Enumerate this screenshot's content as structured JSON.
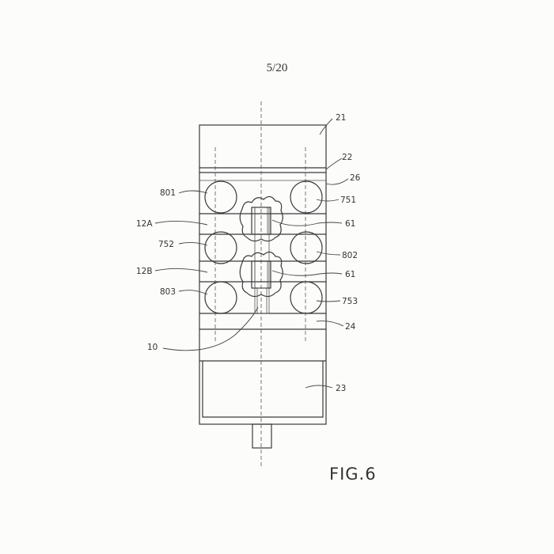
{
  "sheet": {
    "page_number": "5/20",
    "figure_label": "FIG.6"
  },
  "labels": {
    "l21": "21",
    "l22": "22",
    "l26": "26",
    "l801": "801",
    "l751": "751",
    "l12a": "12A",
    "l61a": "61",
    "l752": "752",
    "l802": "802",
    "l12b": "12B",
    "l61b": "61",
    "l803": "803",
    "l753": "753",
    "l24": "24",
    "l10": "10",
    "l23": "23"
  }
}
